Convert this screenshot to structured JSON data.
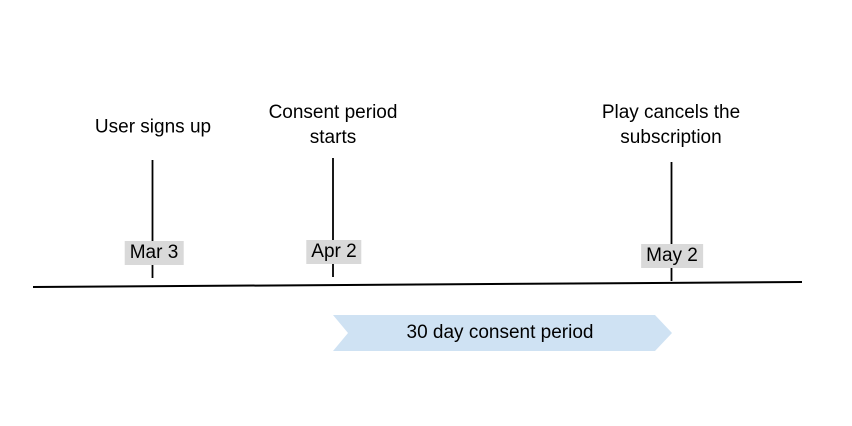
{
  "diagram": {
    "background_color": "#ffffff",
    "text_color": "#000000",
    "line_color": "#000000",
    "date_chip_bg": "#d9d9d9",
    "events": [
      {
        "label": "User signs up",
        "date": "Mar 3"
      },
      {
        "label": "Consent period\nstarts",
        "date": "Apr 2"
      },
      {
        "label": "Play cancels the\nsubscription",
        "date": "May 2"
      }
    ],
    "period_banner": {
      "label": "30 day consent period",
      "fill": "#cfe2f3",
      "border": "#000000"
    }
  }
}
